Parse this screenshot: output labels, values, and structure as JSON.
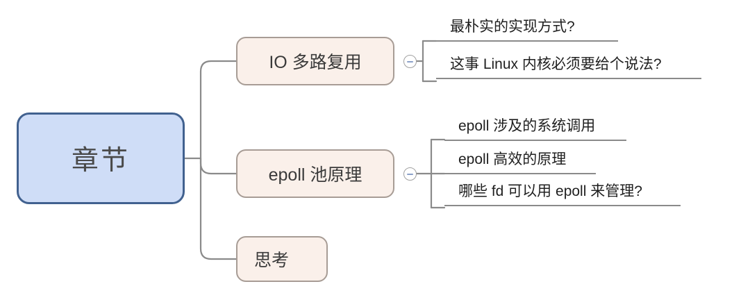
{
  "diagram": {
    "type": "mind-map",
    "orientation": "left-to-right",
    "background_color": "#ffffff",
    "root": {
      "label": "章节",
      "fill_color": "#cfddf7",
      "border_color": "#41618f",
      "text_color": "#4a4a4a"
    },
    "branch_style": {
      "fill_color": "#faf0ea",
      "border_color": "#a79c95",
      "text_color": "#3a3a3a"
    },
    "edge_color": "#8a8a8a",
    "toggle": {
      "icon": "minus-circle-icon",
      "glyph": "−",
      "state": "expanded",
      "border_color": "#a0a0a0",
      "minus_color": "#8ba0c8"
    },
    "branches": [
      {
        "id": "io-multiplexing",
        "label": "IO 多路复用",
        "collapsible": true,
        "leaves": [
          {
            "id": "io-leaf-1",
            "label": "最朴实的实现方式?"
          },
          {
            "id": "io-leaf-2",
            "label": "这事 Linux 内核必须要给个说法?"
          }
        ]
      },
      {
        "id": "epoll-pool-principle",
        "label": "epoll 池原理",
        "collapsible": true,
        "leaves": [
          {
            "id": "ep-leaf-1",
            "label": "epoll 涉及的系统调用"
          },
          {
            "id": "ep-leaf-2",
            "label": "epoll 高效的原理"
          },
          {
            "id": "ep-leaf-3",
            "label": "哪些 fd 可以用 epoll 来管理?"
          }
        ]
      },
      {
        "id": "thinking",
        "label": "思考",
        "collapsible": false,
        "leaves": []
      }
    ]
  }
}
